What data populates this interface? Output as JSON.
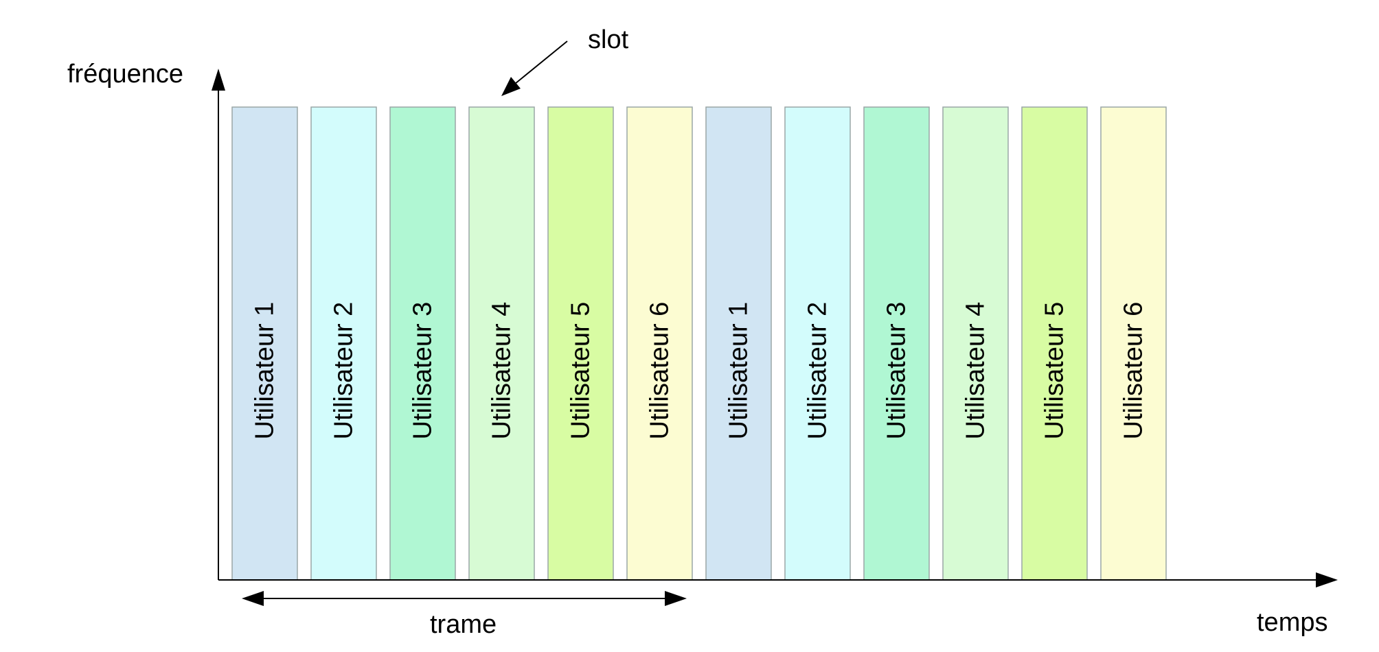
{
  "axes": {
    "y_label": "fréquence",
    "x_label": "temps"
  },
  "annotations": {
    "slot_label": "slot",
    "frame_label": "trame"
  },
  "slots": [
    {
      "label": "Utilisateur 1",
      "color": "#d1e5f3"
    },
    {
      "label": "Utilisateur 2",
      "color": "#d3fcfc"
    },
    {
      "label": "Utilisateur 3",
      "color": "#b0f7d3"
    },
    {
      "label": "Utilisateur 4",
      "color": "#d7fbd4"
    },
    {
      "label": "Utilisateur 5",
      "color": "#d8fca3"
    },
    {
      "label": "Utilisateur 6",
      "color": "#fcfcd2"
    },
    {
      "label": "Utilisateur 1",
      "color": "#d1e5f3"
    },
    {
      "label": "Utilisateur 2",
      "color": "#d3fcfc"
    },
    {
      "label": "Utilisateur 3",
      "color": "#b0f7d3"
    },
    {
      "label": "Utilisateur 4",
      "color": "#d7fbd4"
    },
    {
      "label": "Utilisateur 5",
      "color": "#d8fca3"
    },
    {
      "label": "Utilisateur 6",
      "color": "#fcfcd2"
    }
  ],
  "colors": {
    "slot_border": "#9aa6a6",
    "axis": "#000000"
  }
}
